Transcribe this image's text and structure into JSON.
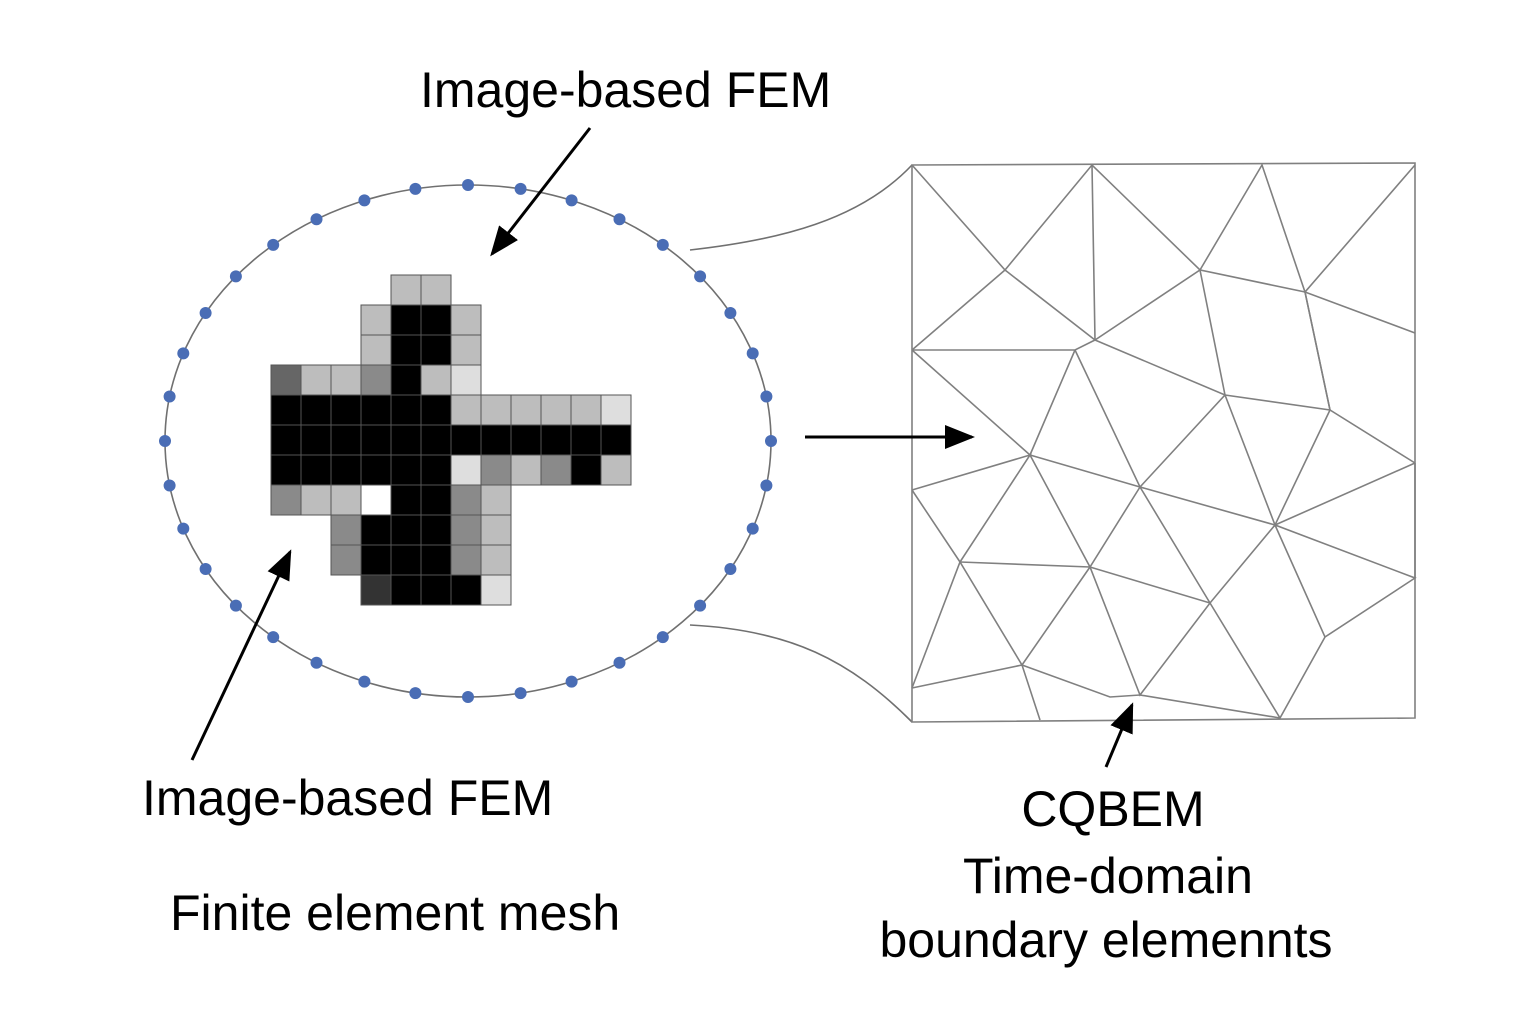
{
  "labels": {
    "top": "Image-based FEM",
    "bottom_left": "Image-based FEM",
    "caption_left": "Finite element mesh",
    "cqbem": "CQBEM",
    "time_domain": "Time-domain",
    "boundary": "boundary elemennts"
  },
  "colors": {
    "boundary_node": "#4a6db5",
    "outline": "#707070",
    "mesh_line": "#808080",
    "arrow": "#000000"
  },
  "pixel_grid": {
    "rows": [
      "....ll......",
      "...lkkl.....",
      "...lkkl.....",
      "dllmklx.....",
      "kkkkkklllllx",
      "kkkkkkkkkkkk",
      "kkkkkkxmlmkl",
      "mll.kkml....",
      "..mkkkml....",
      "..mkkkml....",
      "...zkkkx...."
    ],
    "shades": {
      "k": "#000000",
      "z": "#333333",
      "d": "#666666",
      "m": "#8a8a8a",
      "l": "#bdbdbd",
      "x": "#dedede"
    }
  }
}
